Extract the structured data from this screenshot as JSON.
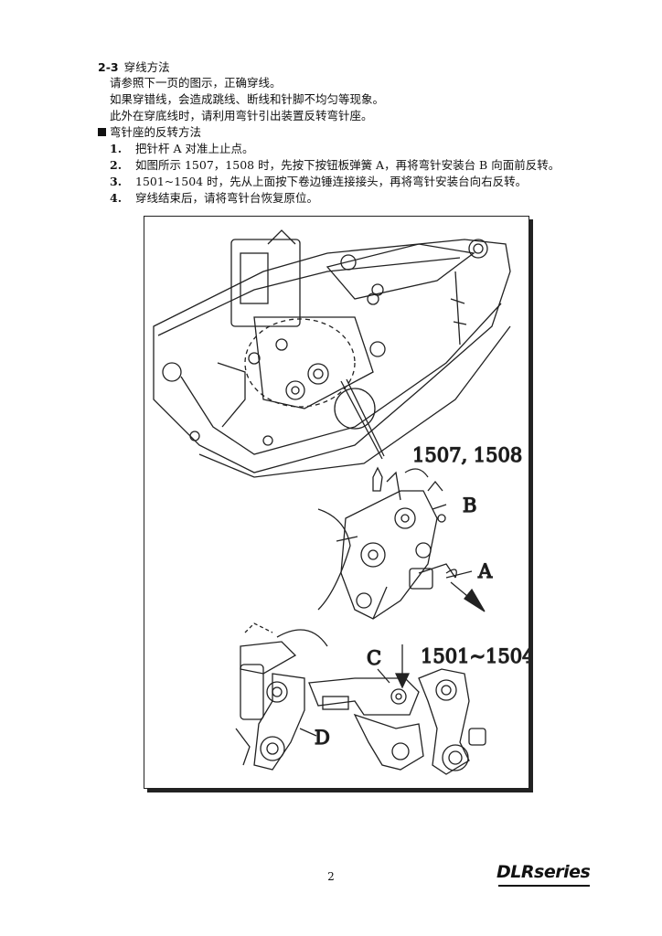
{
  "section": {
    "number": "2-3",
    "title": "穿线方法",
    "paragraphs": [
      "请参照下一页的图示，正确穿线。",
      "如果穿错线，会造成跳线、断线和针脚不均匀等现象。",
      "此外在穿底线时，请利用弯针引出装置反转弯针座。"
    ]
  },
  "subsection": {
    "title": "弯针座的反转方法",
    "steps": [
      {
        "num": "1.",
        "text": "把针杆 A 对准上止点。"
      },
      {
        "num": "2.",
        "text": "如图所示 1507，1508 时，先按下按钮板弹簧 A，再将弯针安装台 B 向面前反转。"
      },
      {
        "num": "3.",
        "text": "1501~1504 时，先从上面按下卷边锤连接接头，再将弯针安装台向右反转。"
      },
      {
        "num": "4.",
        "text": "穿线结束后，请将弯针台恢复原位。"
      }
    ]
  },
  "figure": {
    "label_model_a": "1507, 1508",
    "label_b": "B",
    "label_a": "A",
    "label_c": "C",
    "label_model_b": "1501~1504",
    "label_d": "D"
  },
  "footer": {
    "page_number": "2",
    "logo": "DLRseries"
  }
}
